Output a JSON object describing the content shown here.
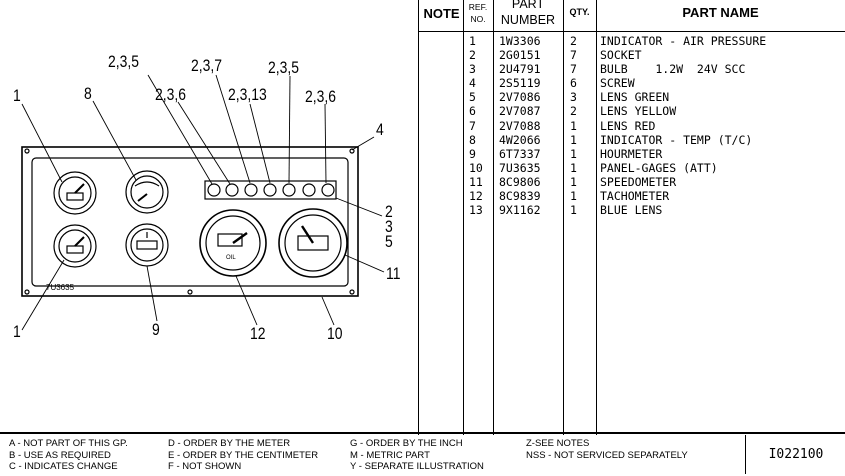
{
  "diagram": {
    "panel_stamp": "7U3635",
    "gauge_label": "OIL",
    "callouts": [
      {
        "text": "1"
      },
      {
        "text": "8"
      },
      {
        "text": "2,3,5"
      },
      {
        "text": "2,3,6"
      },
      {
        "text": "2,3,7"
      },
      {
        "text": "2,3,13"
      },
      {
        "text": "2,3,5"
      },
      {
        "text": "2,3,6"
      },
      {
        "text": "4"
      },
      {
        "text": "2"
      },
      {
        "text": "3"
      },
      {
        "text": "5"
      },
      {
        "text": "11"
      },
      {
        "text": "1"
      },
      {
        "text": "9"
      },
      {
        "text": "12"
      },
      {
        "text": "10"
      }
    ]
  },
  "table": {
    "headers": {
      "note": "NOTE",
      "ref": [
        "REF.",
        "NO."
      ],
      "part": [
        "PART",
        "NUMBER"
      ],
      "qty": "QTY.",
      "name": "PART NAME"
    },
    "rows": [
      {
        "ref": "1",
        "part": "1W3306",
        "qty": "2",
        "name": "INDICATOR - AIR PRESSURE"
      },
      {
        "ref": "2",
        "part": "2G0151",
        "qty": "7",
        "name": "SOCKET"
      },
      {
        "ref": "3",
        "part": "2U4791",
        "qty": "7",
        "name": "BULB    1.2W  24V SCC"
      },
      {
        "ref": "4",
        "part": "2S5119",
        "qty": "6",
        "name": "SCREW"
      },
      {
        "ref": "5",
        "part": "2V7086",
        "qty": "3",
        "name": "LENS GREEN"
      },
      {
        "ref": "6",
        "part": "2V7087",
        "qty": "2",
        "name": "LENS YELLOW"
      },
      {
        "ref": "7",
        "part": "2V7088",
        "qty": "1",
        "name": "LENS RED"
      },
      {
        "ref": "8",
        "part": "4W2066",
        "qty": "1",
        "name": "INDICATOR - TEMP (T/C)"
      },
      {
        "ref": "9",
        "part": "6T7337",
        "qty": "1",
        "name": "HOURMETER"
      },
      {
        "ref": "10",
        "part": "7U3635",
        "qty": "1",
        "name": "PANEL-GAGES (ATT)"
      },
      {
        "ref": "11",
        "part": "8C9806",
        "qty": "1",
        "name": "SPEEDOMETER"
      },
      {
        "ref": "12",
        "part": "8C9839",
        "qty": "1",
        "name": "TACHOMETER"
      },
      {
        "ref": "13",
        "part": "9X1162",
        "qty": "1",
        "name": "BLUE LENS"
      }
    ]
  },
  "legend": {
    "col1": [
      "A - NOT PART OF THIS GP.",
      "B - USE AS REQUIRED",
      "C - INDICATES CHANGE"
    ],
    "col2": [
      "D - ORDER BY THE  METER",
      "E - ORDER BY THE CENTIMETER",
      "F - NOT SHOWN"
    ],
    "col3": [
      "G - ORDER BY THE INCH",
      "M - METRIC PART",
      "Y - SEPARATE ILLUSTRATION"
    ],
    "col4": [
      "Z-SEE NOTES",
      "NSS - NOT SERVICED SEPARATELY"
    ]
  },
  "drawing_number": "I022100"
}
